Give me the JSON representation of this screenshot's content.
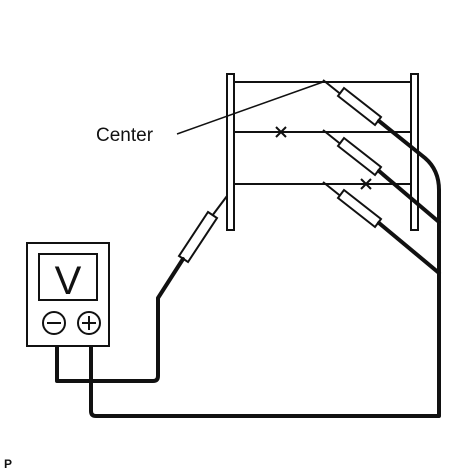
{
  "diagram": {
    "center_label": "Center",
    "meter_symbol": "V",
    "minus_symbol": "−",
    "plus_symbol": "+",
    "corner_mark": "P"
  },
  "colors": {
    "line": "#111111",
    "background": "#ffffff"
  }
}
